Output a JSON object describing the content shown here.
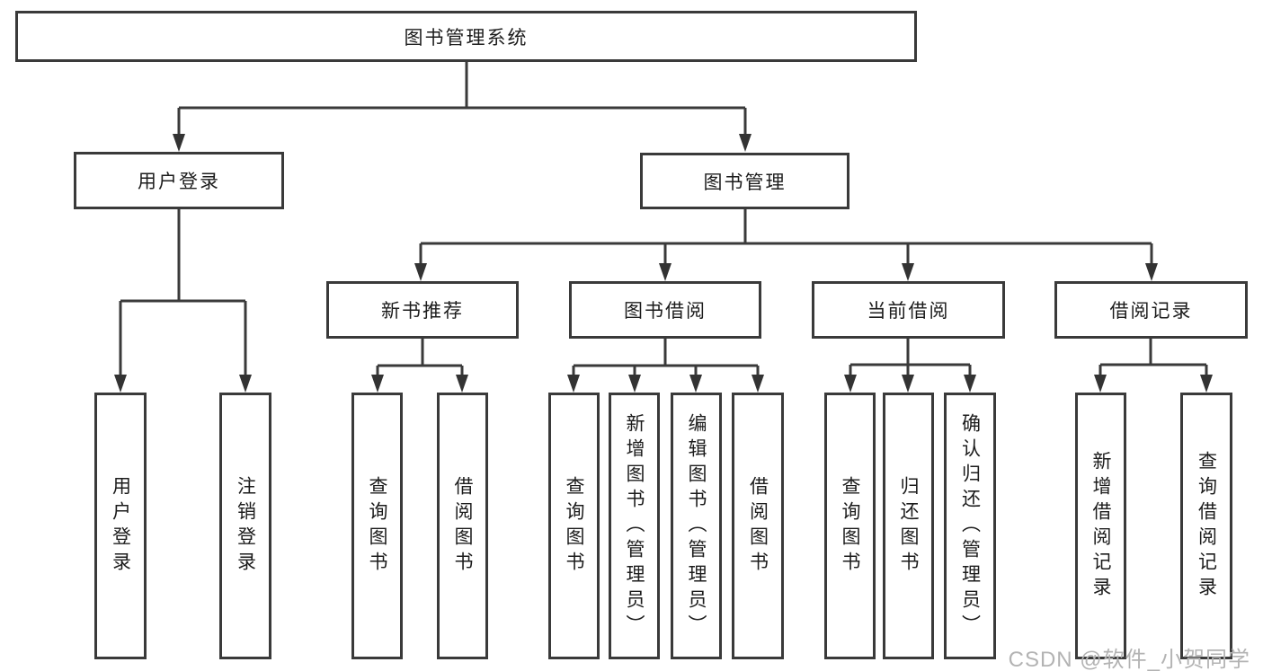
{
  "diagram": {
    "root": "图书管理系统",
    "level2": {
      "user_login": "用户登录",
      "book_mgmt": "图书管理"
    },
    "level3": {
      "new_books": "新书推荐",
      "borrow": "图书借阅",
      "current": "当前借阅",
      "records": "借阅记录"
    },
    "leaves": {
      "user_login": [
        "用户登录",
        "注销登录"
      ],
      "new_books": [
        "查询图书",
        "借阅图书"
      ],
      "borrow": [
        "查询图书",
        "新增图书（管理员）",
        "编辑图书（管理员）",
        "借阅图书"
      ],
      "current": [
        "查询图书",
        "归还图书",
        "确认归还（管理员）"
      ],
      "records": [
        "新增借阅记录",
        "查询借阅记录"
      ]
    }
  },
  "watermark": "CSDN @软件_小贺同学",
  "colors": {
    "line": "#3a3a3a",
    "text": "#1c1c1c",
    "watermark": "#b3b3b3",
    "background": "#ffffff"
  }
}
